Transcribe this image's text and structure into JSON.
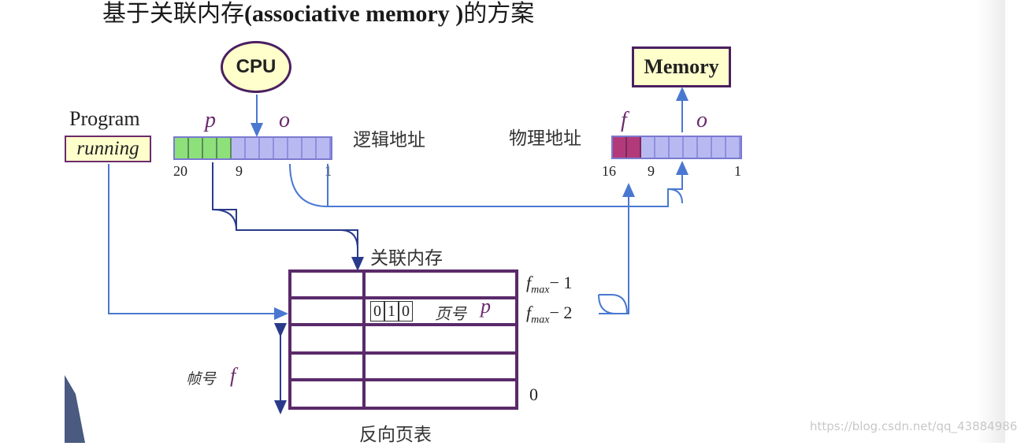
{
  "title": {
    "prefix": "基于关联内存",
    "en": "(associative memory )",
    "suffix": "的方案"
  },
  "program": {
    "label": "Program",
    "box": "running"
  },
  "cpu": {
    "label": "CPU"
  },
  "memory": {
    "label": "Memory"
  },
  "logical_address": {
    "label": "逻辑地址",
    "p": "p",
    "o": "o",
    "bit_labels": [
      "20",
      "9",
      "1"
    ]
  },
  "physical_address": {
    "label": "物理地址",
    "f": "f",
    "o": "o",
    "bit_labels": [
      "16",
      "9",
      "1"
    ]
  },
  "associative_memory": {
    "label": "关联内存"
  },
  "table": {
    "caption": "反向页表",
    "pid_digits": [
      "0",
      "1",
      "0"
    ],
    "page_label": "页号",
    "page_var": "p",
    "row_fmax1": "f",
    "row_fmax1_sub": "max",
    "row_fmax1_tail": "− 1",
    "row_fmax2": "f",
    "row_fmax2_sub": "max",
    "row_fmax2_tail": "− 2",
    "row_zero": "0",
    "frame_label": "帧号",
    "frame_var": "f"
  },
  "watermark": "https://blog.csdn.net/qq_43884986",
  "colors": {
    "arrow": "#4a78d0",
    "table_border": "#5a2a6a",
    "cell_green": "#8de07a",
    "cell_magenta": "#b23a7a",
    "cell_blue": "#b9b9f2",
    "box_fill": "#ffffcc"
  }
}
